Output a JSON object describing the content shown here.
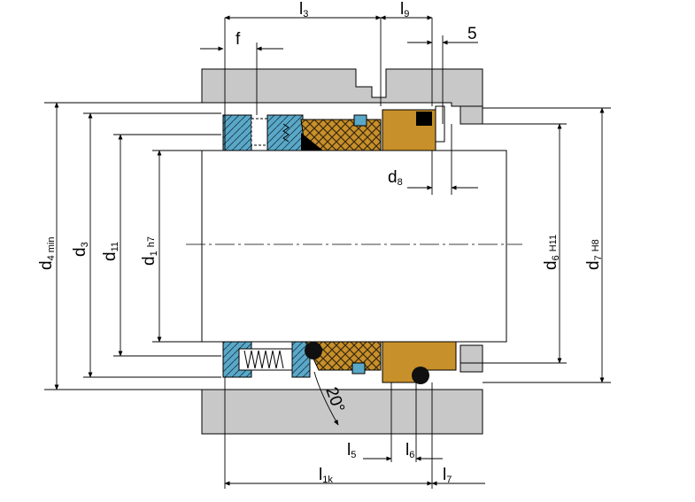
{
  "labels": {
    "l3": {
      "main": "l",
      "sub": "3"
    },
    "l9": {
      "main": "l",
      "sub": "9"
    },
    "five": {
      "main": "5"
    },
    "f": {
      "main": "f"
    },
    "d8": {
      "main": "d",
      "sub": "8"
    },
    "d4": {
      "main": "d",
      "sub": "4 min"
    },
    "d3": {
      "main": "d",
      "sub": "3"
    },
    "d11": {
      "main": "d",
      "sub": "11"
    },
    "d1": {
      "main": "d",
      "sub": "1",
      "tol": "h7"
    },
    "d6": {
      "main": "d",
      "sub": "6",
      "tol": "H11"
    },
    "d7": {
      "main": "d",
      "sub": "7",
      "tol": "H8"
    },
    "angle": {
      "main": "20°"
    },
    "l5": {
      "main": "l",
      "sub": "5"
    },
    "l6": {
      "main": "l",
      "sub": "6"
    },
    "l1k": {
      "main": "l",
      "sub": "1k"
    },
    "l7": {
      "main": "l",
      "sub": "7"
    }
  },
  "colors": {
    "housing": "#c8c8c8",
    "shaft": "#ffffff",
    "sleeve_blue": "#5aa8c8",
    "seal_face": "#c8902a",
    "crosshatch": "#3a2a10",
    "oring": "#101010",
    "line": "#000000"
  }
}
